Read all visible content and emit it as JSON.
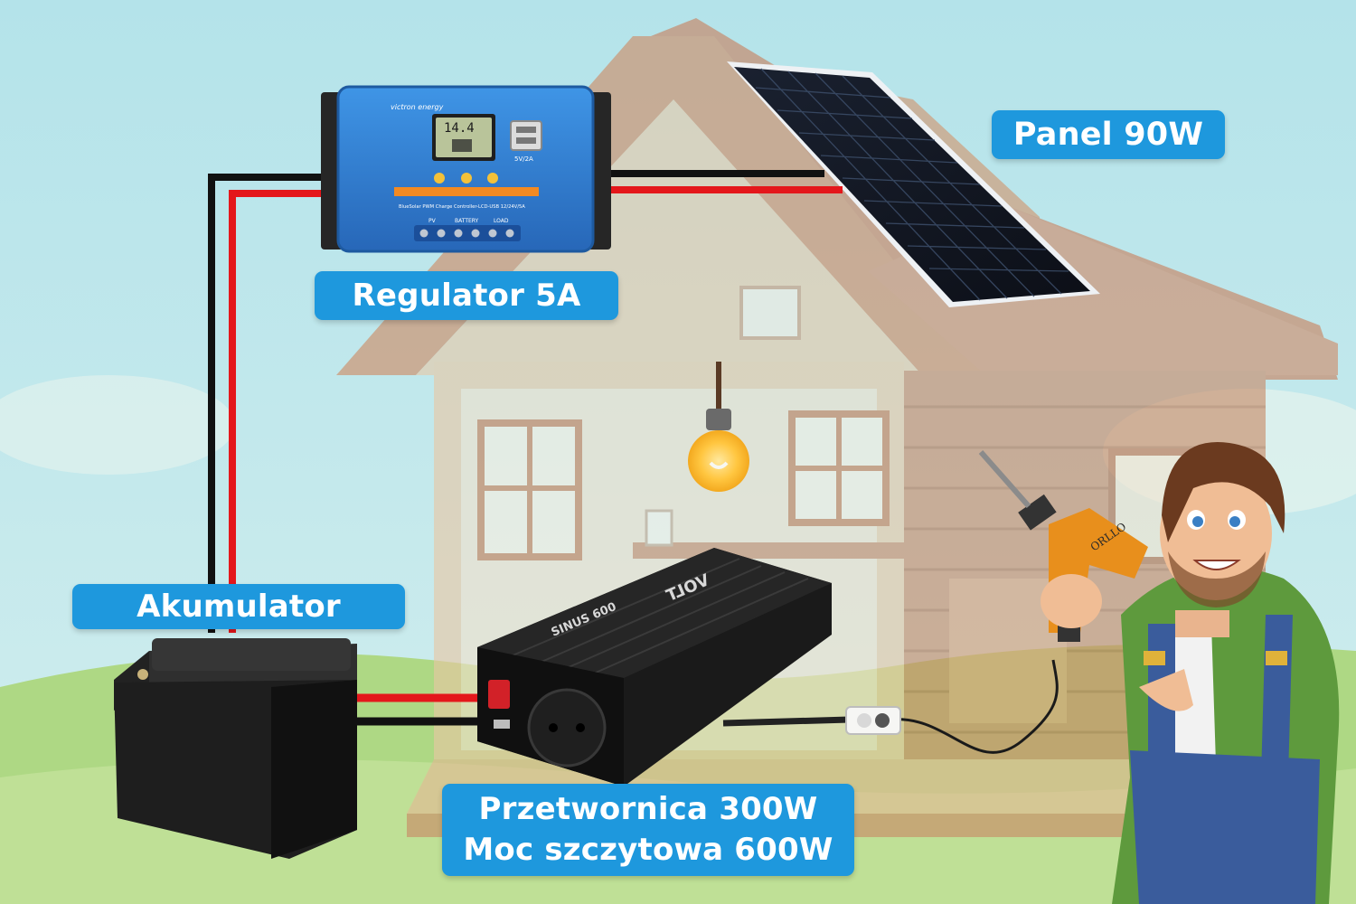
{
  "labels": {
    "panel": "Panel 90W",
    "regulator": "Regulator 5A",
    "battery": "Akumulator",
    "inverter_line1": "Przetwornica 300W",
    "inverter_line2": "Moc szczytowa 600W"
  },
  "regulator_device": {
    "brand": "victron energy",
    "display_value": "14.4",
    "usb_label": "5V/2A",
    "model_text": "BlueSolar PWM Charge Controller-LCD-USB 12/24V/5A",
    "terminal_pv": "PV",
    "terminal_battery": "BATTERY",
    "terminal_load": "LOAD"
  },
  "inverter_device": {
    "brand": "VOLT",
    "model": "SINUS 600"
  },
  "drill": {
    "brand": "ORLLO"
  },
  "colors": {
    "label_bg": "#1e98dd",
    "wire_positive": "#e4171b",
    "wire_negative": "#111111",
    "sky": "#bfe6ec",
    "grass": "#aed884",
    "roof": "#d79a78",
    "wall": "#c98965",
    "regulator_body": "#2f7fd3"
  }
}
